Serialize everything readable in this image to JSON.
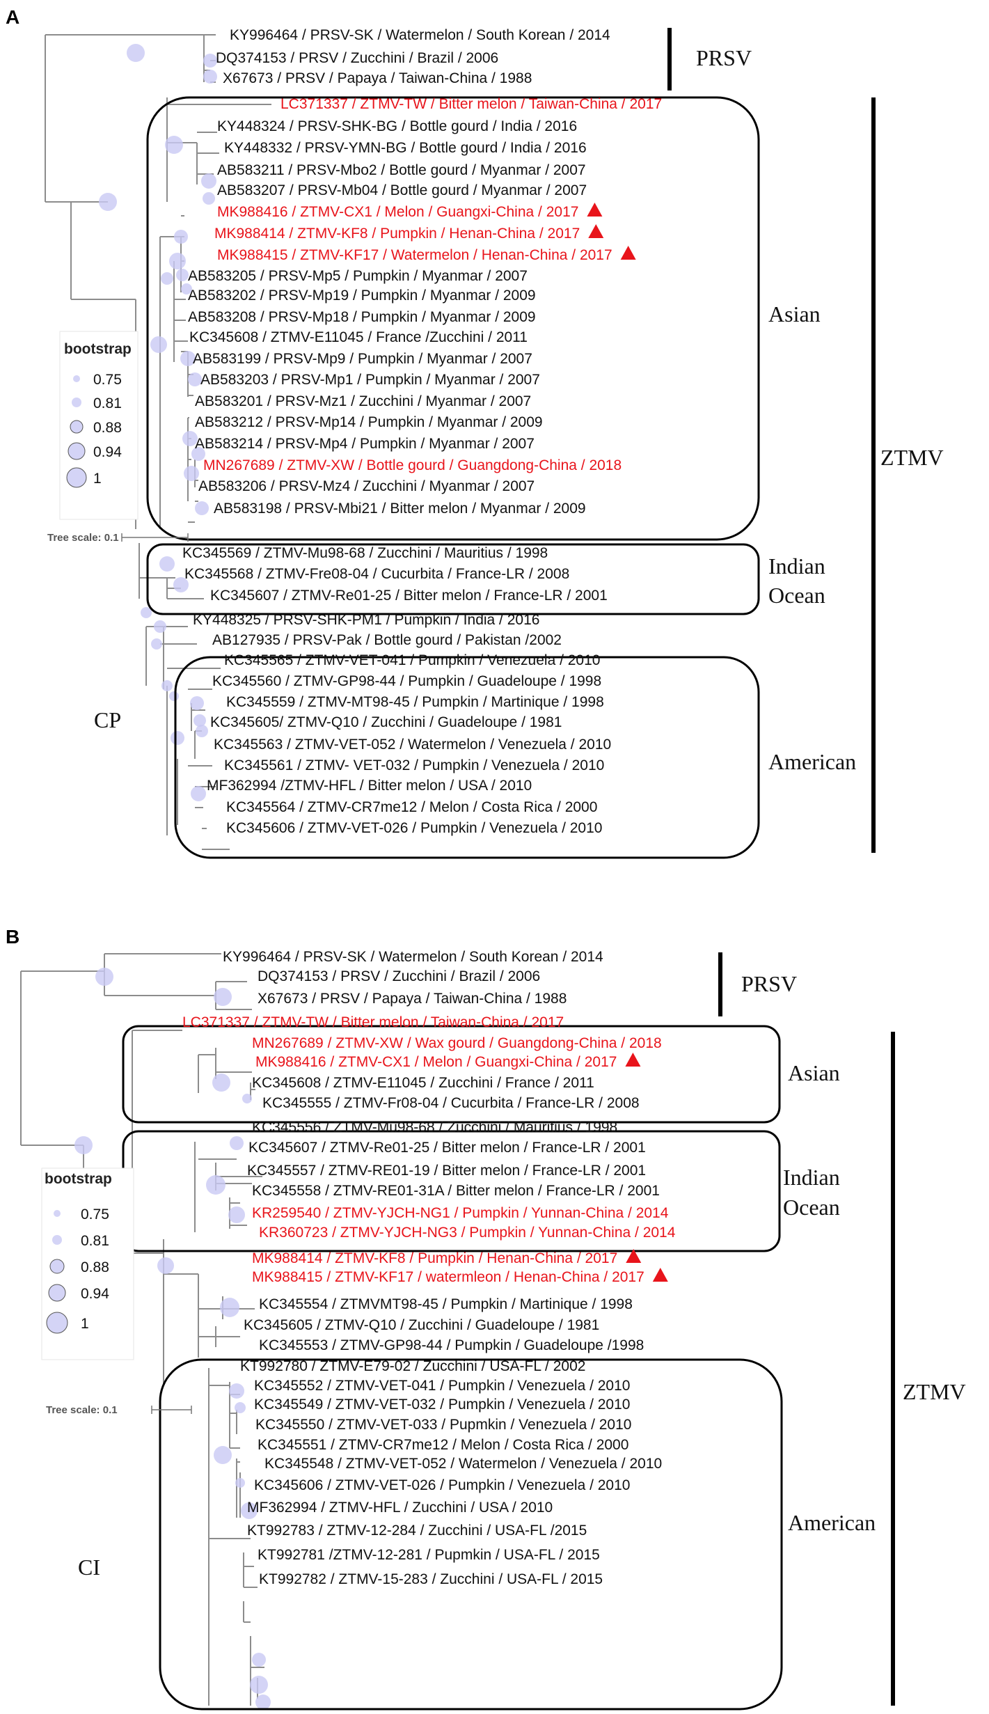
{
  "panelA": {
    "label": "A",
    "clades": {
      "prsv": "PRSV",
      "ztmv": "ZTMV",
      "asian": "Asian",
      "indian1": "Indian",
      "indian2": "Ocean",
      "american": "American",
      "cp": "CP"
    },
    "taxa": [
      {
        "text": "KY996464 / PRSV-SK / Watermelon / South Korean / 2014",
        "red": false,
        "triangle": false
      },
      {
        "text": "DQ374153 / PRSV / Zucchini / Brazil / 2006",
        "red": false,
        "triangle": false
      },
      {
        "text": "X67673 / PRSV / Papaya / Taiwan-China / 1988",
        "red": false,
        "triangle": false
      },
      {
        "text": "LC371337 / ZTMV-TW / Bitter melon / Taiwan-China / 2017",
        "red": true,
        "triangle": false
      },
      {
        "text": "KY448324 / PRSV-SHK-BG / Bottle gourd / India / 2016",
        "red": false,
        "triangle": false
      },
      {
        "text": "KY448332 / PRSV-YMN-BG / Bottle gourd / India / 2016",
        "red": false,
        "triangle": false
      },
      {
        "text": "AB583211 / PRSV-Mbo2 / Bottle gourd / Myanmar / 2007",
        "red": false,
        "triangle": false
      },
      {
        "text": "AB583207 / PRSV-Mb04 / Bottle gourd / Myanmar / 2007",
        "red": false,
        "triangle": false
      },
      {
        "text": "MK988416 / ZTMV-CX1 / Melon / Guangxi-China / 2017",
        "red": true,
        "triangle": true
      },
      {
        "text": "MK988414 / ZTMV-KF8 / Pumpkin / Henan-China / 2017",
        "red": true,
        "triangle": true
      },
      {
        "text": "MK988415 / ZTMV-KF17 / Watermelon / Henan-China / 2017",
        "red": true,
        "triangle": true
      },
      {
        "text": "AB583205 / PRSV-Mp5 / Pumpkin / Myanmar / 2007",
        "red": false,
        "triangle": false
      },
      {
        "text": "AB583202 / PRSV-Mp19 / Pumpkin / Myanmar / 2009",
        "red": false,
        "triangle": false
      },
      {
        "text": "AB583208 / PRSV-Mp18 / Pumpkin / Myanmar / 2009",
        "red": false,
        "triangle": false
      },
      {
        "text": "KC345608 / ZTMV-E11045 / France /Zucchini / 2011",
        "red": false,
        "triangle": false
      },
      {
        "text": "AB583199 / PRSV-Mp9 / Pumpkin / Myanmar / 2007",
        "red": false,
        "triangle": false
      },
      {
        "text": "AB583203 / PRSV-Mp1 / Pumpkin / Myanmar / 2007",
        "red": false,
        "triangle": false
      },
      {
        "text": "AB583201 / PRSV-Mz1 / Zucchini / Myanmar / 2007",
        "red": false,
        "triangle": false
      },
      {
        "text": "AB583212 / PRSV-Mp14 / Pumpkin / Myanmar / 2009",
        "red": false,
        "triangle": false
      },
      {
        "text": "AB583214 / PRSV-Mp4 / Pumpkin / Myanmar / 2007",
        "red": false,
        "triangle": false
      },
      {
        "text": "MN267689 / ZTMV-XW / Bottle gourd / Guangdong-China / 2018",
        "red": true,
        "triangle": false
      },
      {
        "text": "AB583206 / PRSV-Mz4 / Zucchini / Myanmar / 2007",
        "red": false,
        "triangle": false
      },
      {
        "text": "AB583198 / PRSV-Mbi21 / Bitter melon / Myanmar / 2009",
        "red": false,
        "triangle": false
      },
      {
        "text": "KC345569 / ZTMV-Mu98-68 / Zucchini / Mauritius / 1998",
        "red": false,
        "triangle": false
      },
      {
        "text": "KC345568 / ZTMV-Fre08-04 / Cucurbita / France-LR / 2008",
        "red": false,
        "triangle": false
      },
      {
        "text": "KC345607 / ZTMV-Re01-25 / Bitter melon / France-LR / 2001",
        "red": false,
        "triangle": false
      },
      {
        "text": "KY448325 / PRSV-SHK-PM1 / Pumpkin / India / 2016",
        "red": false,
        "triangle": false
      },
      {
        "text": "AB127935 / PRSV-Pak / Bottle gourd / Pakistan /2002",
        "red": false,
        "triangle": false
      },
      {
        "text": "KC345565 / ZTMV-VET-041 / Pumpkin / Venezuela / 2010",
        "red": false,
        "triangle": false
      },
      {
        "text": "KC345560 / ZTMV-GP98-44 / Pumpkin / Guadeloupe / 1998",
        "red": false,
        "triangle": false
      },
      {
        "text": "KC345559 / ZTMV-MT98-45 / Pumpkin / Martinique / 1998",
        "red": false,
        "triangle": false
      },
      {
        "text": "KC345605/ ZTMV-Q10 / Zucchini / Guadeloupe / 1981",
        "red": false,
        "triangle": false
      },
      {
        "text": "KC345563 / ZTMV-VET-052 / Watermelon / Venezuela / 2010",
        "red": false,
        "triangle": false
      },
      {
        "text": "KC345561 / ZTMV- VET-032 / Pumpkin / Venezuela / 2010",
        "red": false,
        "triangle": false
      },
      {
        "text": "MF362994 /ZTMV-HFL / Bitter melon / USA / 2010",
        "red": false,
        "triangle": false
      },
      {
        "text": "KC345564 / ZTMV-CR7me12 / Melon / Costa Rica / 2000",
        "red": false,
        "triangle": false
      },
      {
        "text": "KC345606 / ZTMV-VET-026 / Pumpkin / Venezuela / 2010",
        "red": false,
        "triangle": false
      }
    ],
    "legend": {
      "title": "bootstrap",
      "items": [
        "0.75",
        "0.81",
        "0.88",
        "0.94",
        "1"
      ]
    },
    "scale": "Tree scale: 0.1"
  },
  "panelB": {
    "label": "B",
    "clades": {
      "prsv": "PRSV",
      "ztmv": "ZTMV",
      "asian": "Asian",
      "indian1": "Indian",
      "indian2": "Ocean",
      "american": "American",
      "ci": "CI"
    },
    "taxa": [
      {
        "text": "KY996464 / PRSV-SK / Watermelon / South Korean / 2014",
        "red": false,
        "triangle": false
      },
      {
        "text": "DQ374153 / PRSV / Zucchini / Brazil / 2006",
        "red": false,
        "triangle": false
      },
      {
        "text": "X67673 / PRSV / Papaya / Taiwan-China / 1988",
        "red": false,
        "triangle": false
      },
      {
        "text": "LC371337 / ZTMV-TW / Bitter melon / Taiwan-China / 2017",
        "red": true,
        "triangle": false
      },
      {
        "text": "MN267689 / ZTMV-XW / Wax gourd / Guangdong-China / 2018",
        "red": true,
        "triangle": false
      },
      {
        "text": "MK988416 / ZTMV-CX1 / Melon / Guangxi-China / 2017",
        "red": true,
        "triangle": true
      },
      {
        "text": "KC345608 / ZTMV-E11045 / Zucchini / France / 2011",
        "red": false,
        "triangle": false
      },
      {
        "text": "KC345555 / ZTMV-Fr08-04 / Cucurbita / France-LR / 2008",
        "red": false,
        "triangle": false
      },
      {
        "text": "KC345556 / ZTMV-Mu98-68 / Zucchini / Mauritius / 1998",
        "red": false,
        "triangle": false
      },
      {
        "text": "KC345607 / ZTMV-Re01-25 / Bitter melon / France-LR / 2001",
        "red": false,
        "triangle": false
      },
      {
        "text": "KC345557 / ZTMV-RE01-19 / Bitter melon / France-LR / 2001",
        "red": false,
        "triangle": false
      },
      {
        "text": "KC345558 / ZTMV-RE01-31A / Bitter melon / France-LR / 2001",
        "red": false,
        "triangle": false
      },
      {
        "text": "KR259540 / ZTMV-YJCH-NG1 / Pumpkin / Yunnan-China / 2014",
        "red": true,
        "triangle": false
      },
      {
        "text": "KR360723 / ZTMV-YJCH-NG3 / Pumpkin / Yunnan-China / 2014",
        "red": true,
        "triangle": false
      },
      {
        "text": "MK988414 / ZTMV-KF8 / Pumpkin / Henan-China / 2017",
        "red": true,
        "triangle": true
      },
      {
        "text": "MK988415 / ZTMV-KF17 / watermleon / Henan-China / 2017",
        "red": true,
        "triangle": true
      },
      {
        "text": "KC345554 / ZTMVMT98-45 / Pumpkin / Martinique / 1998",
        "red": false,
        "triangle": false
      },
      {
        "text": "KC345605 / ZTMV-Q10 / Zucchini / Guadeloupe / 1981",
        "red": false,
        "triangle": false
      },
      {
        "text": "KC345553 / ZTMV-GP98-44 / Pumpkin / Guadeloupe /1998",
        "red": false,
        "triangle": false
      },
      {
        "text": "KT992780 / ZTMV-E79-02 / Zucchini / USA-FL / 2002",
        "red": false,
        "triangle": false
      },
      {
        "text": "KC345552 / ZTMV-VET-041 / Pumpkin / Venezuela / 2010",
        "red": false,
        "triangle": false
      },
      {
        "text": "KC345549 / ZTMV-VET-032 / Pumpkin / Venezuela / 2010",
        "red": false,
        "triangle": false
      },
      {
        "text": "KC345550 / ZTMV-VET-033 / Pupmkin / Venezuela / 2010",
        "red": false,
        "triangle": false
      },
      {
        "text": "KC345551 / ZTMV-CR7me12 / Melon / Costa Rica / 2000",
        "red": false,
        "triangle": false
      },
      {
        "text": "KC345548 / ZTMV-VET-052 / Watermelon / Venezuela / 2010",
        "red": false,
        "triangle": false
      },
      {
        "text": "KC345606 / ZTMV-VET-026 / Pumpkin / Venezuela / 2010",
        "red": false,
        "triangle": false
      },
      {
        "text": "MF362994 / ZTMV-HFL / Zucchini / USA / 2010",
        "red": false,
        "triangle": false
      },
      {
        "text": "KT992783 / ZTMV-12-284 / Zucchini / USA-FL /2015",
        "red": false,
        "triangle": false
      },
      {
        "text": "KT992781 /ZTMV-12-281 / Pupmkin / USA-FL / 2015",
        "red": false,
        "triangle": false
      },
      {
        "text": "KT992782 / ZTMV-15-283 / Zucchini / USA-FL / 2015",
        "red": false,
        "triangle": false
      }
    ],
    "legend": {
      "title": "bootstrap",
      "items": [
        "0.75",
        "0.81",
        "0.88",
        "0.94",
        "1"
      ]
    },
    "scale": "Tree scale: 0.1"
  },
  "colors": {
    "highlight": "#e8141b",
    "bootstrap": "#c9c9f4",
    "branch": "#8c8c8c"
  }
}
